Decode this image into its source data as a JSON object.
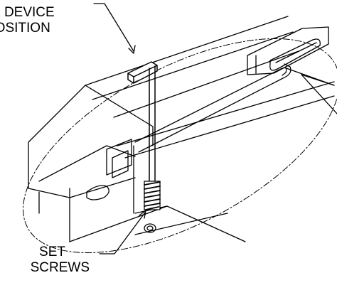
{
  "callouts": {
    "lock_device": {
      "line1": "K DEVICE",
      "line2": "POSITION"
    },
    "set_screws": {
      "line1": "SET",
      "line2": "SCREWS"
    }
  },
  "colors": {
    "ink": "#000000",
    "background": "#ffffff"
  }
}
